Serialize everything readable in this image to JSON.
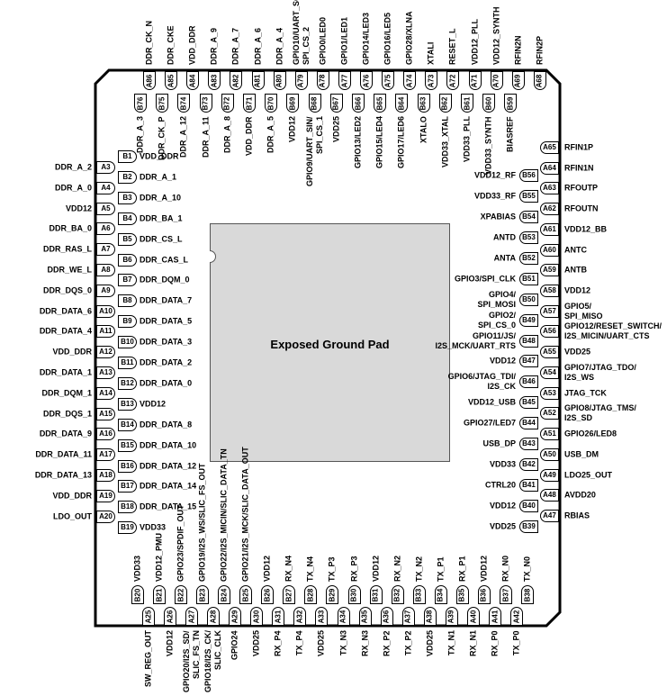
{
  "exposed_pad": {
    "label": "Exposed Ground Pad"
  },
  "pins": {
    "left_outer": [
      {
        "id": "A3",
        "label": "DDR_A_2"
      },
      {
        "id": "A4",
        "label": "DDR_A_0"
      },
      {
        "id": "A5",
        "label": "VDD12"
      },
      {
        "id": "A6",
        "label": "DDR_BA_0"
      },
      {
        "id": "A7",
        "label": "DDR_RAS_L"
      },
      {
        "id": "A8",
        "label": "DDR_WE_L"
      },
      {
        "id": "A9",
        "label": "DDR_DQS_0"
      },
      {
        "id": "A10",
        "label": "DDR_DATA_6"
      },
      {
        "id": "A11",
        "label": "DDR_DATA_4"
      },
      {
        "id": "A12",
        "label": "VDD_DDR"
      },
      {
        "id": "A13",
        "label": "DDR_DATA_1"
      },
      {
        "id": "A14",
        "label": "DDR_DQM_1"
      },
      {
        "id": "A15",
        "label": "DDR_DQS_1"
      },
      {
        "id": "A16",
        "label": "DDR_DATA_9"
      },
      {
        "id": "A17",
        "label": "DDR_DATA_11"
      },
      {
        "id": "A18",
        "label": "DDR_DATA_13"
      },
      {
        "id": "A19",
        "label": "VDD_DDR"
      },
      {
        "id": "A20",
        "label": "LDO_OUT"
      }
    ],
    "left_inner": [
      {
        "id": "B1",
        "label": "VDD_DDR"
      },
      {
        "id": "B2",
        "label": "DDR_A_1"
      },
      {
        "id": "B3",
        "label": "DDR_A_10"
      },
      {
        "id": "B4",
        "label": "DDR_BA_1"
      },
      {
        "id": "B5",
        "label": "DDR_CS_L"
      },
      {
        "id": "B6",
        "label": "DDR_CAS_L"
      },
      {
        "id": "B7",
        "label": "DDR_DQM_0"
      },
      {
        "id": "B8",
        "label": "DDR_DATA_7"
      },
      {
        "id": "B9",
        "label": "DDR_DATA_5"
      },
      {
        "id": "B10",
        "label": "DDR_DATA_3"
      },
      {
        "id": "B11",
        "label": "DDR_DATA_2"
      },
      {
        "id": "B12",
        "label": "DDR_DATA_0"
      },
      {
        "id": "B13",
        "label": "VDD12"
      },
      {
        "id": "B14",
        "label": "DDR_DATA_8"
      },
      {
        "id": "B15",
        "label": "DDR_DATA_10"
      },
      {
        "id": "B16",
        "label": "DDR_DATA_12"
      },
      {
        "id": "B17",
        "label": "DDR_DATA_14"
      },
      {
        "id": "B18",
        "label": "DDR_DATA_15"
      },
      {
        "id": "B19",
        "label": "VDD33"
      }
    ],
    "bottom_inner": [
      {
        "id": "B20",
        "label": "VDD33"
      },
      {
        "id": "B21",
        "label": "VDD12_PMU"
      },
      {
        "id": "B22",
        "label": "GPIO23/SPDIF_OUT"
      },
      {
        "id": "B23",
        "label": "GPIO19/I2S_WS/SLIC_FS_OUT"
      },
      {
        "id": "B24",
        "label": "GPIO22/I2S_MICIN/SLIC_DATA_TN"
      },
      {
        "id": "B25",
        "label": "GPIO21/I2S_MCK/SLIC_DATA_OUT"
      },
      {
        "id": "B26",
        "label": "VDD12"
      },
      {
        "id": "B27",
        "label": "RX_N4"
      },
      {
        "id": "B28",
        "label": "TX_N4"
      },
      {
        "id": "B29",
        "label": "TX_P3"
      },
      {
        "id": "B30",
        "label": "RX_P3"
      },
      {
        "id": "B31",
        "label": "VDD12"
      },
      {
        "id": "B32",
        "label": "RX_N2"
      },
      {
        "id": "B33",
        "label": "TX_N2"
      },
      {
        "id": "B34",
        "label": "TX_P1"
      },
      {
        "id": "B35",
        "label": "RX_P1"
      },
      {
        "id": "B36",
        "label": "VDD12"
      },
      {
        "id": "B37",
        "label": "RX_N0"
      },
      {
        "id": "B38",
        "label": "TX_N0"
      }
    ],
    "bottom_outer": [
      {
        "id": "A25",
        "label": "SW_REG_OUT"
      },
      {
        "id": "A26",
        "label": "VDD12"
      },
      {
        "id": "A27",
        "label": "GPIO20/I2S_SD/\nSLIC_FS_TN"
      },
      {
        "id": "A28",
        "label": "GPIO18/I2S_CK/\nSLIC_CLK"
      },
      {
        "id": "A29",
        "label": "GPIO24"
      },
      {
        "id": "A30",
        "label": "VDD25"
      },
      {
        "id": "A31",
        "label": "RX_P4"
      },
      {
        "id": "A32",
        "label": "TX_P4"
      },
      {
        "id": "A33",
        "label": "VDD25"
      },
      {
        "id": "A34",
        "label": "TX_N3"
      },
      {
        "id": "A35",
        "label": "RX_N3"
      },
      {
        "id": "A36",
        "label": "RX_P2"
      },
      {
        "id": "A37",
        "label": "TX_P2"
      },
      {
        "id": "A38",
        "label": "VDD25"
      },
      {
        "id": "A39",
        "label": "TX_N1"
      },
      {
        "id": "A40",
        "label": "RX_N1"
      },
      {
        "id": "A41",
        "label": "RX_P0"
      },
      {
        "id": "A42",
        "label": "TX_P0"
      }
    ],
    "right_outer": [
      {
        "id": "A65",
        "label": "RFIN1P"
      },
      {
        "id": "A64",
        "label": "RFIN1N"
      },
      {
        "id": "A63",
        "label": "RFOUTP"
      },
      {
        "id": "A62",
        "label": "RFOUTN"
      },
      {
        "id": "A61",
        "label": "VDD12_BB"
      },
      {
        "id": "A60",
        "label": "ANTC"
      },
      {
        "id": "A59",
        "label": "ANTB"
      },
      {
        "id": "A58",
        "label": "VDD12"
      },
      {
        "id": "A57",
        "label": "GPIO5/\nSPI_MISO"
      },
      {
        "id": "A56",
        "label": "GPIO12/RESET_SWITCH/\nI2S_MICIN/UART_CTS"
      },
      {
        "id": "A55",
        "label": "VDD25"
      },
      {
        "id": "A54",
        "label": "GPIO7/JTAG_TDO/\nI2S_WS"
      },
      {
        "id": "A53",
        "label": "JTAG_TCK"
      },
      {
        "id": "A52",
        "label": "GPIO8/JTAG_TMS/\nI2S_SD"
      },
      {
        "id": "A51",
        "label": "GPIO26/LED8"
      },
      {
        "id": "A50",
        "label": "USB_DM"
      },
      {
        "id": "A49",
        "label": "LDO25_OUT"
      },
      {
        "id": "A48",
        "label": "AVDD20"
      },
      {
        "id": "A47",
        "label": "RBIAS"
      }
    ],
    "right_inner": [
      {
        "id": "B56",
        "label": "VDD12_RF"
      },
      {
        "id": "B55",
        "label": "VDD33_RF"
      },
      {
        "id": "B54",
        "label": "XPABIAS"
      },
      {
        "id": "B53",
        "label": "ANTD"
      },
      {
        "id": "B52",
        "label": "ANTA"
      },
      {
        "id": "B51",
        "label": "GPIO3/SPI_CLK"
      },
      {
        "id": "B50",
        "label": "GPIO4/\nSPI_MOSI"
      },
      {
        "id": "B49",
        "label": "GPIO2/\nSPI_CS_0"
      },
      {
        "id": "B48",
        "label": "GPIO11/JS/\nI2S_MCK/UART_RTS"
      },
      {
        "id": "B47",
        "label": "VDD12"
      },
      {
        "id": "B46",
        "label": "GPIO6/JTAG_TDI/\nI2S_CK"
      },
      {
        "id": "B45",
        "label": "VDD12_USB"
      },
      {
        "id": "B44",
        "label": "GPIO27/LED7"
      },
      {
        "id": "B43",
        "label": "USB_DP"
      },
      {
        "id": "B42",
        "label": "VDD33"
      },
      {
        "id": "B41",
        "label": "CTRL20"
      },
      {
        "id": "B40",
        "label": "VDD12"
      },
      {
        "id": "B39",
        "label": "VDD25"
      }
    ],
    "top_outer": [
      {
        "id": "A86",
        "label": "DDR_CK_N"
      },
      {
        "id": "A85",
        "label": "DDR_CKE"
      },
      {
        "id": "A84",
        "label": "VDD_DDR"
      },
      {
        "id": "A83",
        "label": "DDR_A_9"
      },
      {
        "id": "A82",
        "label": "DDR_A_7"
      },
      {
        "id": "A81",
        "label": "DDR_A_6"
      },
      {
        "id": "A80",
        "label": "DDR_A_4"
      },
      {
        "id": "A79",
        "label": "GPIO10/UART_SOUT,\nSPI_CS_2"
      },
      {
        "id": "A78",
        "label": "GPIO0/LED0"
      },
      {
        "id": "A77",
        "label": "GPIO1/LED1"
      },
      {
        "id": "A76",
        "label": "GPIO14/LED3"
      },
      {
        "id": "A75",
        "label": "GPIO16/LED5"
      },
      {
        "id": "A74",
        "label": "GPIO28/XLNA"
      },
      {
        "id": "A73",
        "label": "XTALI"
      },
      {
        "id": "A72",
        "label": "RESET_L"
      },
      {
        "id": "A71",
        "label": "VDD12_PLL"
      },
      {
        "id": "A70",
        "label": "VDD12_SYNTH"
      },
      {
        "id": "A69",
        "label": "RFIN2N"
      },
      {
        "id": "A68",
        "label": "RFIN2P"
      }
    ],
    "top_inner": [
      {
        "id": "B76",
        "label": "DDR_A_3"
      },
      {
        "id": "B75",
        "label": "DDR_CK_P"
      },
      {
        "id": "B74",
        "label": "DDR_A_12"
      },
      {
        "id": "B73",
        "label": "DDR_A_11"
      },
      {
        "id": "B72",
        "label": "DDR_A_8"
      },
      {
        "id": "B71",
        "label": "VDD_DDR"
      },
      {
        "id": "B70",
        "label": "DDR_A_5"
      },
      {
        "id": "B69",
        "label": "VDD12"
      },
      {
        "id": "B68",
        "label": "GPIO9/UART_SIN/\nSPI_CS_1"
      },
      {
        "id": "B67",
        "label": "VDD25"
      },
      {
        "id": "B66",
        "label": "GPIO13/LED2"
      },
      {
        "id": "B65",
        "label": "GPIO15/LED4"
      },
      {
        "id": "B64",
        "label": "GPIO17/LED6"
      },
      {
        "id": "B63",
        "label": "XTALO"
      },
      {
        "id": "B62",
        "label": "VDD33_XTAL"
      },
      {
        "id": "B61",
        "label": "VDD33_PLL"
      },
      {
        "id": "B60",
        "label": "VDD33_SYNTH"
      },
      {
        "id": "B59",
        "label": "BIASREF"
      }
    ]
  }
}
